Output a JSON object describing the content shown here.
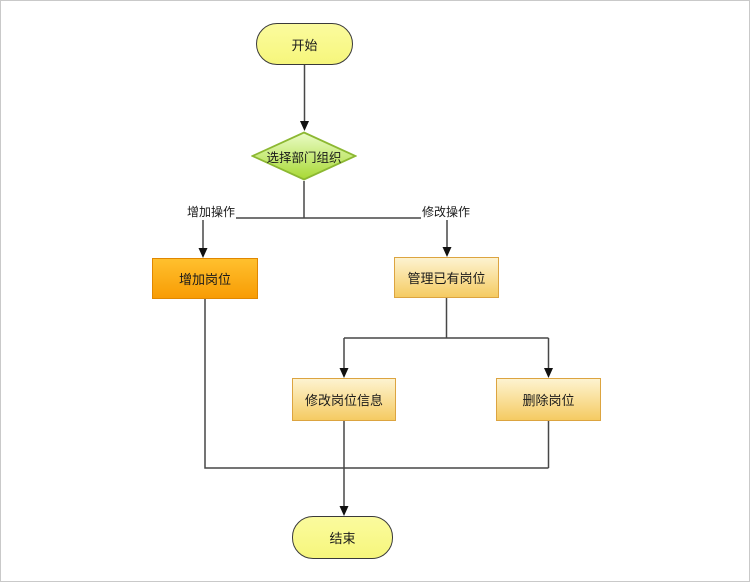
{
  "colors": {
    "canvas_border": "#c9c9c9",
    "line": "#474747",
    "arrow": "#111111",
    "text": "#1a1a1a",
    "terminator_top": "#fbfb9e",
    "terminator_bottom": "#f6f67c",
    "terminator_border": "#3a3a3a",
    "decision_top": "#eafcc6",
    "decision_bottom": "#a8d934",
    "decision_border": "#8cb832",
    "process_orange_top": "#ffc02e",
    "process_orange_bottom": "#f89c04",
    "process_orange_border": "#e08700",
    "process_gold_top": "#fdf3d0",
    "process_gold_bottom": "#f5cb62",
    "process_gold_border": "#dca440"
  },
  "flowchart": {
    "nodes": {
      "start": {
        "label": "开始",
        "shape": "terminator"
      },
      "decision": {
        "label": "选择部门组织",
        "shape": "decision"
      },
      "add_post": {
        "label": "增加岗位",
        "shape": "process"
      },
      "manage_posts": {
        "label": "管理已有岗位",
        "shape": "process"
      },
      "edit_post": {
        "label": "修改岗位信息",
        "shape": "process"
      },
      "delete_post": {
        "label": "删除岗位",
        "shape": "process"
      },
      "end": {
        "label": "结束",
        "shape": "terminator"
      }
    },
    "edge_labels": {
      "add": "增加操作",
      "modify": "修改操作"
    }
  }
}
